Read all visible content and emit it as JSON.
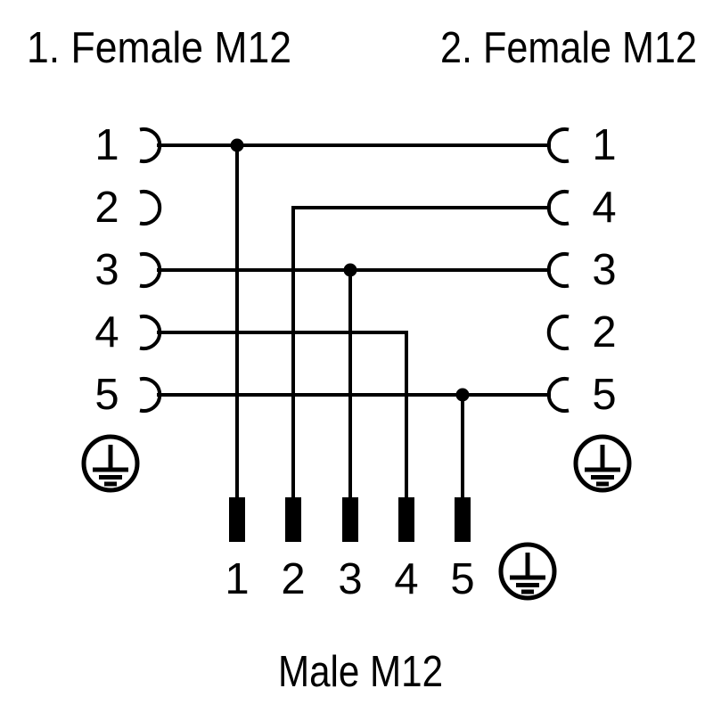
{
  "page": {
    "background_color": "#ffffff",
    "ink_color": "#000000"
  },
  "female1": {
    "title": "1. Female M12",
    "pins": [
      "1",
      "2",
      "3",
      "4",
      "5"
    ]
  },
  "female2": {
    "title": "2. Female M12",
    "pins": [
      "1",
      "4",
      "3",
      "2",
      "5"
    ]
  },
  "male": {
    "title": "Male M12",
    "pins": [
      "1",
      "2",
      "3",
      "4",
      "5"
    ]
  },
  "grounds": {
    "count": 3,
    "symbol": "protective-earth"
  },
  "connections": [
    {
      "female1_pin": "1",
      "female2_pin": "1",
      "male_pin": "1",
      "junction_dot": true
    },
    {
      "female1_pin": null,
      "female2_pin": "4",
      "male_pin": "2",
      "junction_dot": false
    },
    {
      "female1_pin": "3",
      "female2_pin": "3",
      "male_pin": "3",
      "junction_dot": true
    },
    {
      "female1_pin": "4",
      "female2_pin": null,
      "male_pin": "4",
      "junction_dot": false
    },
    {
      "female1_pin": "5",
      "female2_pin": "5",
      "male_pin": "5",
      "junction_dot": true
    }
  ],
  "unconnected_pins": {
    "female1": [
      "2"
    ],
    "female2": [
      "2"
    ]
  }
}
